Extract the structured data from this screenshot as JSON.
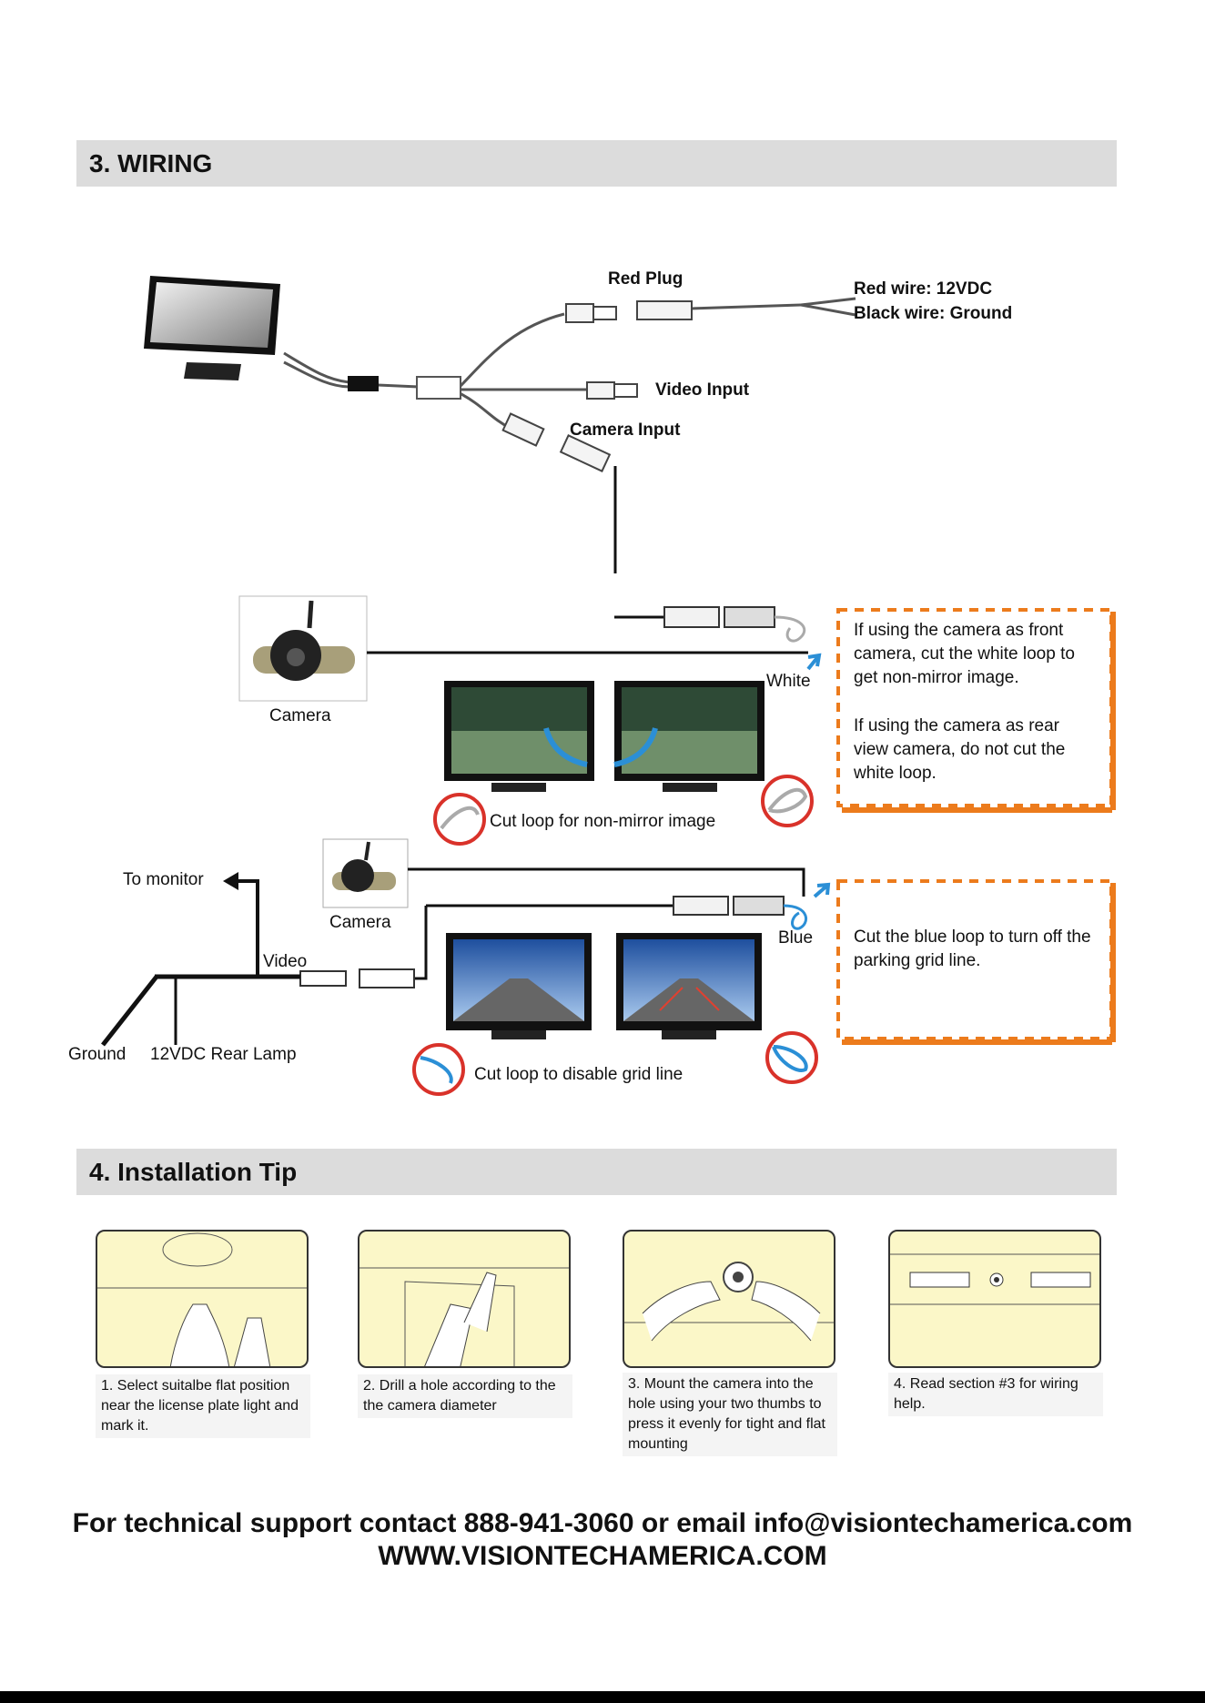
{
  "wiring": {
    "heading": "3. WIRING",
    "labels": {
      "red_plug": "Red Plug",
      "red_wire": "Red wire: 12VDC",
      "black_wire": "Black wire: Ground",
      "video_input": "Video Input",
      "camera_input": "Camera Input",
      "white": "White",
      "camera_1": "Camera",
      "cut_loop_mirror": "Cut loop for non-mirror image",
      "to_monitor": "To monitor",
      "camera_2": "Camera",
      "video": "Video",
      "blue": "Blue",
      "ground": "Ground",
      "rear_lamp": "12VDC Rear Lamp",
      "cut_loop_grid": "Cut loop to disable grid line"
    },
    "note_white": {
      "p1": "If using the camera as front camera, cut the white loop to get non-mirror image.",
      "p2": "If using the camera as rear view camera, do not cut the white loop."
    },
    "note_blue": "Cut the blue loop to turn off the parking grid line.",
    "colors": {
      "accent_orange": "#ec7b1c",
      "loop_red": "#d9322a",
      "arrow_blue": "#2b8fd6"
    }
  },
  "installation": {
    "heading": "4. Installation Tip",
    "steps": [
      {
        "text": "1. Select suitalbe flat position near the license plate light and mark it."
      },
      {
        "text": "2. Drill a hole according to the the camera diameter"
      },
      {
        "text": "3. Mount the camera into the hole using your two thumbs to press it evenly for tight and flat mounting"
      },
      {
        "text": "4. Read section #3 for wiring help."
      }
    ]
  },
  "footer": {
    "support": "For technical support contact 888-941-3060 or email info@visiontechamerica.com",
    "website": "WWW.VISIONTECHAMERICA.COM"
  }
}
